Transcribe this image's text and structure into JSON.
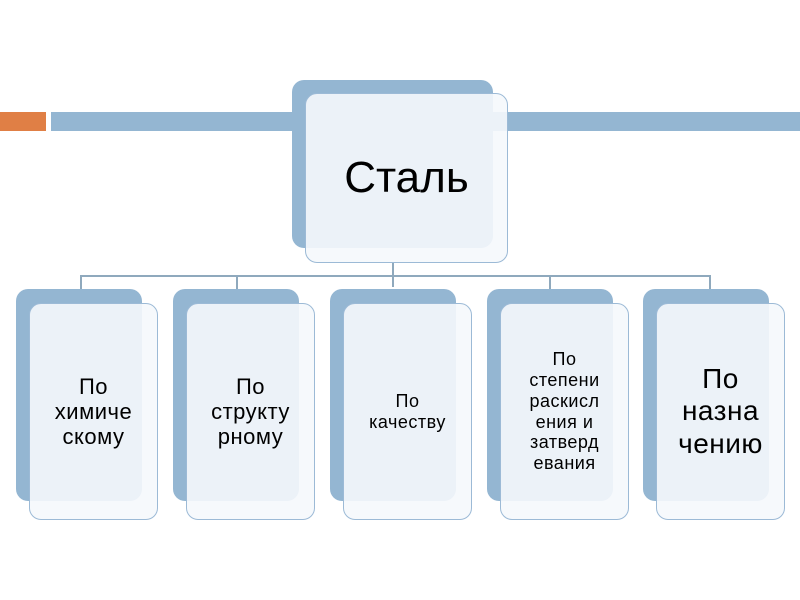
{
  "colors": {
    "accent_orange": "#e07f45",
    "accent_blue": "#94b6d2"
  },
  "root": {
    "label": "Сталь"
  },
  "children": [
    {
      "lines": [
        "По",
        "химиче",
        "скому"
      ]
    },
    {
      "lines": [
        "По",
        "структу",
        "рному"
      ]
    },
    {
      "lines": [
        "По",
        "качеству"
      ]
    },
    {
      "lines": [
        "По",
        "степени",
        "раскисл",
        "ения и",
        "затверд",
        "евания"
      ]
    },
    {
      "lines": [
        "По",
        "назна",
        "чению"
      ]
    }
  ]
}
